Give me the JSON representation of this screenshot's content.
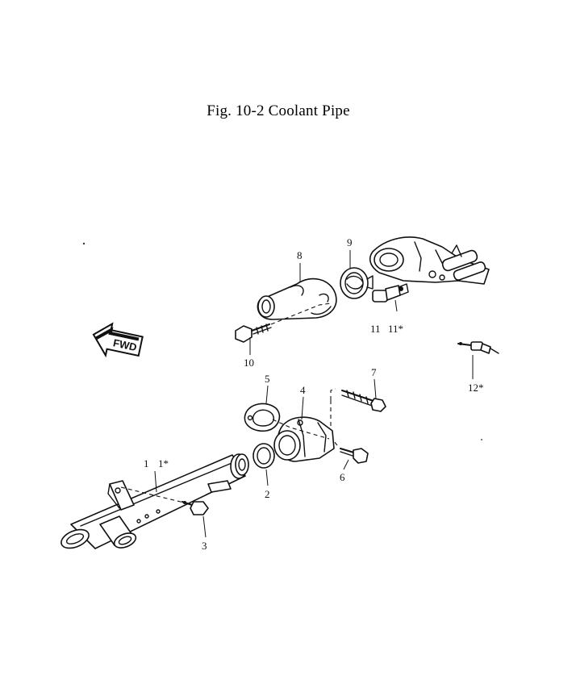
{
  "figure": {
    "title": "Fig. 10-2   Coolant Pipe",
    "direction_marker": "FWD"
  },
  "callouts": {
    "c1": "1",
    "c1s": "1*",
    "c2": "2",
    "c3": "3",
    "c4": "4",
    "c5": "5",
    "c6": "6",
    "c7": "7",
    "c8": "8",
    "c9": "9",
    "c10": "10",
    "c11": "11",
    "c11s": "11*",
    "c12s": "12*"
  }
}
